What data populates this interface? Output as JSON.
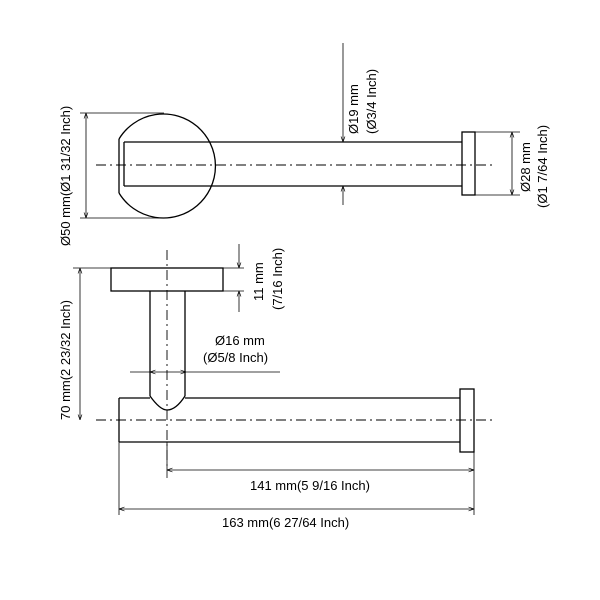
{
  "drawing": {
    "top_view": {
      "plate_diameter": "Ø50 mm(Ø1 31/32 Inch)",
      "rod_diameter_mm": "Ø19 mm",
      "rod_diameter_in": "(Ø3/4 Inch)",
      "end_cap_diameter_mm": "Ø28 mm",
      "end_cap_diameter_in": "(Ø1 7/64 Inch)"
    },
    "side_view": {
      "plate_thickness_mm": "11 mm",
      "plate_thickness_in": "(7/16 Inch)",
      "post_diameter_mm": "Ø16 mm",
      "post_diameter_in": "(Ø5/8 Inch)",
      "projection": "70 mm(2 23/32 Inch)",
      "rod_length": "141 mm(5 9/16 Inch)",
      "overall_length": "163 mm(6 27/64 Inch)"
    }
  }
}
